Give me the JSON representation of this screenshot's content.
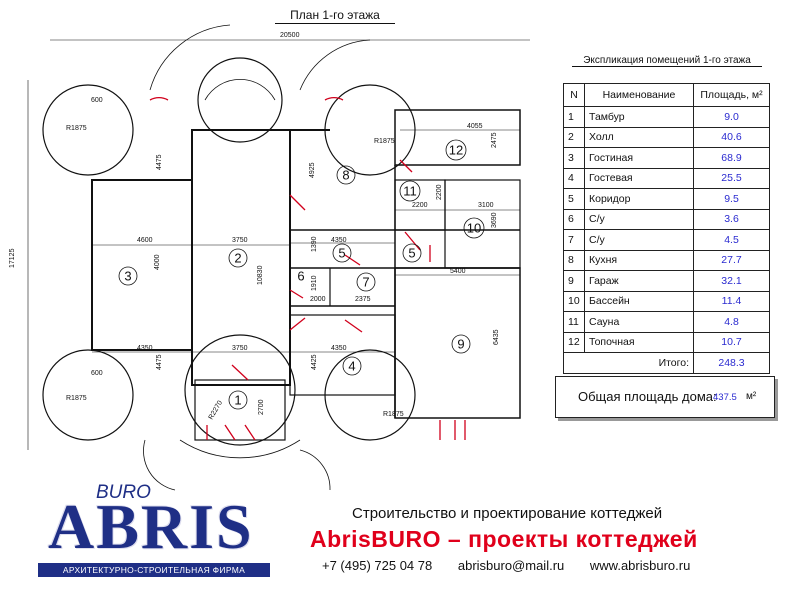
{
  "plan_title": "План 1-го этажа",
  "table_title": "Экспликация помещений 1-го этажа",
  "table_headers": {
    "n": "N",
    "name": "Наименование",
    "area": "Площадь, м²"
  },
  "rooms": [
    {
      "n": "1",
      "name": "Тамбур",
      "area": "9.0"
    },
    {
      "n": "2",
      "name": "Холл",
      "area": "40.6"
    },
    {
      "n": "3",
      "name": "Гостиная",
      "area": "68.9"
    },
    {
      "n": "4",
      "name": "Гостевая",
      "area": "25.5"
    },
    {
      "n": "5",
      "name": "Коридор",
      "area": "9.5"
    },
    {
      "n": "6",
      "name": "С/у",
      "area": "3.6"
    },
    {
      "n": "7",
      "name": "С/у",
      "area": "4.5"
    },
    {
      "n": "8",
      "name": "Кухня",
      "area": "27.7"
    },
    {
      "n": "9",
      "name": "Гараж",
      "area": "32.1"
    },
    {
      "n": "10",
      "name": "Бассейн",
      "area": "11.4"
    },
    {
      "n": "11",
      "name": "Сауна",
      "area": "4.8"
    },
    {
      "n": "12",
      "name": "Топочная",
      "area": "10.7"
    }
  ],
  "total_label": "Итого:",
  "total_value": "248.3",
  "house_area_label": "Общая площадь дома:",
  "house_area_value": "437.5",
  "house_area_unit": "м²",
  "company": {
    "tagline": "Строительство и проектирование коттеджей",
    "slogan": "AbrisBURO – проекты коттеджей",
    "phone": "+7 (495) 725 04 78",
    "email": "abrisburo@mail.ru",
    "website": "www.abrisburo.ru",
    "logo_buro": "BURO",
    "logo_main": "ABRIS",
    "logo_sub": "АРХИТЕКТУРНО-СТРОИТЕЛЬНАЯ ФИРМА"
  },
  "dimensions": {
    "overall_width": "20500",
    "overall_height": "17125",
    "d600": "600",
    "r1875": "R1875",
    "d4475": "4475",
    "d4600": "4600",
    "d3750": "3750",
    "d4000": "4000",
    "d10830": "10830",
    "d4350": "4350",
    "d4925": "4925",
    "d1390": "1390",
    "d1910": "1910",
    "d2000": "2000",
    "d2375": "2375",
    "d5400": "5400",
    "d6435": "6435",
    "d4425": "4425",
    "d4055": "4055",
    "d2475": "2475",
    "d2200": "2200",
    "d3100": "3100",
    "d3690": "3690",
    "d2700": "2700",
    "r2270": "R2270"
  }
}
